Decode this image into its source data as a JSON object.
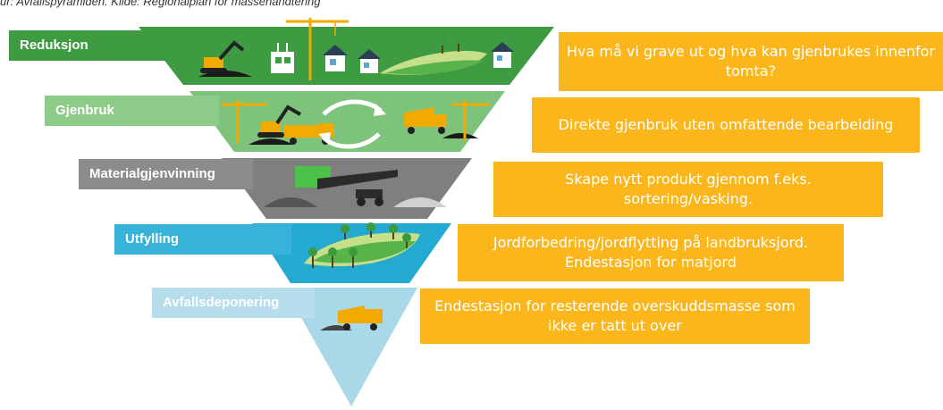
{
  "caption": "ur: Avfallspyramiden. Kilde: Regionalplan for massehåndtering",
  "colors": {
    "reduksjon": "#3F9B41",
    "gjenbruk": "#7DC37B",
    "materialgjenvinning": "#7F7F7F",
    "utfylling": "#24A9D1",
    "avfallsdeponering": "#A9D8E8",
    "description_box": "#FBB61B"
  },
  "tiers": [
    {
      "label": "Reduksjon",
      "description": "Hva må vi grave ut og hva kan gjenbrukes innenfor tomta?",
      "icons": [
        "excavator-icon",
        "crane-icon",
        "building-frame-icon",
        "house-icon",
        "house-icon",
        "green-field-icon",
        "house-icon"
      ]
    },
    {
      "label": "Gjenbruk",
      "description": "Direkte gjenbruk uten omfattende bearbeiding",
      "icons": [
        "crane-icon",
        "excavator-icon",
        "dump-truck-icon",
        "cycle-arrows-icon",
        "dump-truck-icon",
        "crane-icon"
      ]
    },
    {
      "label": "Materialgjenvinning",
      "description": "Skape nytt produkt gjennom f.eks. sortering/vasking.",
      "icons": [
        "gravel-pile-icon",
        "screening-machine-icon",
        "gravel-pile-icon"
      ]
    },
    {
      "label": "Utfylling",
      "description": "Jordforbedring/jordflytting på landbruksjord. Endestasjon for matjord",
      "icons": [
        "farmland-icon",
        "tree-icon"
      ]
    },
    {
      "label": "Avfallsdeponering",
      "description": "Endestasjon for resterende overskuddsmasse som ikke er tatt ut over",
      "icons": [
        "dump-truck-icon"
      ]
    }
  ]
}
